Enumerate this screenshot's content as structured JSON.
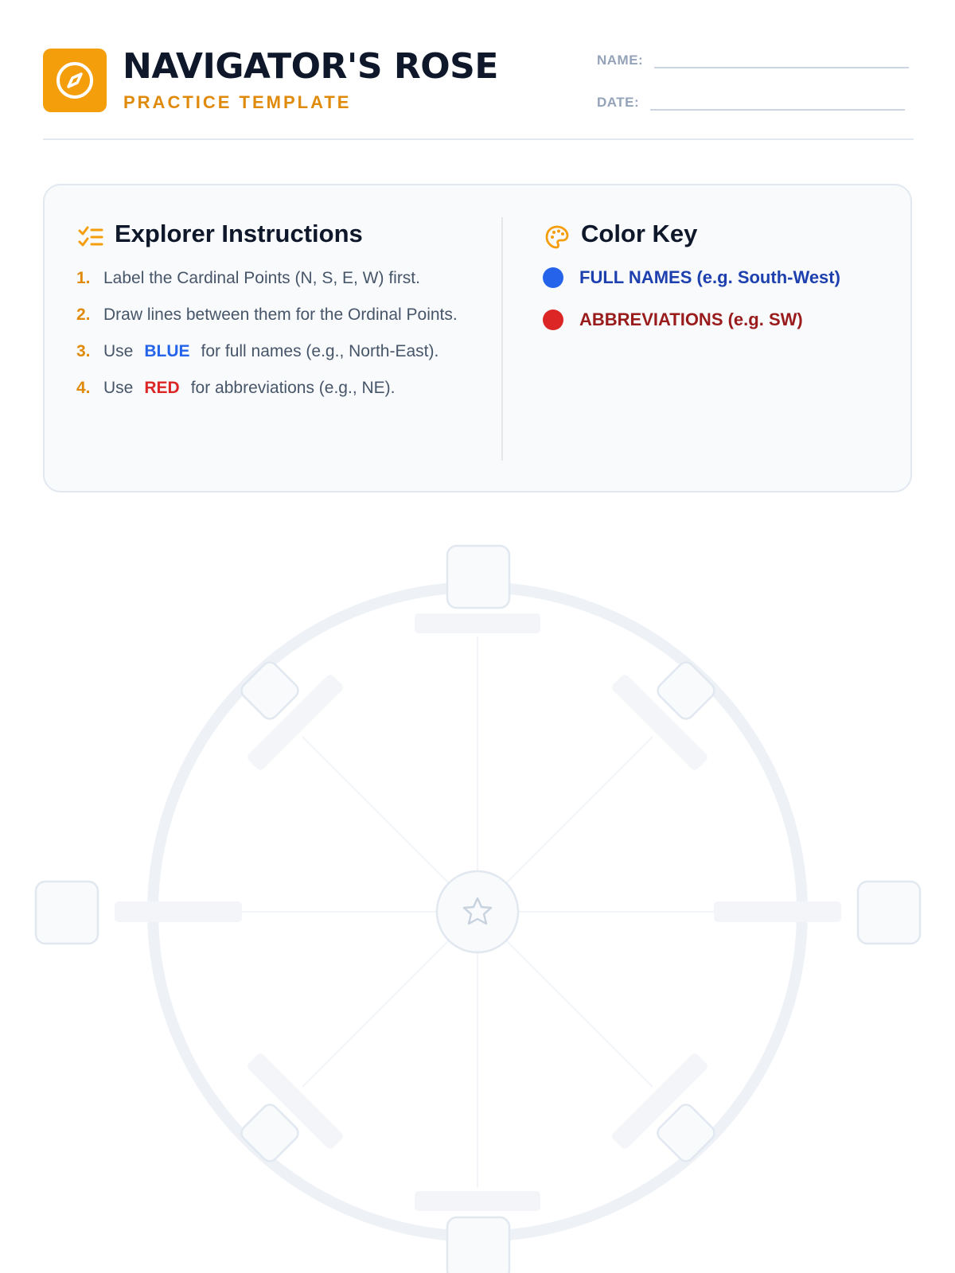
{
  "header": {
    "title": "NAVIGATOR'S ROSE",
    "subtitle": "PRACTICE TEMPLATE",
    "name_label": "NAME:",
    "date_label": "DATE:"
  },
  "instructions": {
    "heading": "Explorer Instructions",
    "steps": [
      {
        "num": "1.",
        "text": "Label the Cardinal Points (N, S, E, W) first."
      },
      {
        "num": "2.",
        "text": "Draw lines between them for the Ordinal Points."
      },
      {
        "num": "3.",
        "pre": "Use",
        "highlight": "BLUE",
        "post": "for full names (e.g., North-East)."
      },
      {
        "num": "4.",
        "pre": "Use",
        "highlight": "RED",
        "post": "for abbreviations (e.g., NE)."
      }
    ]
  },
  "color_key": {
    "heading": "Color Key",
    "items": [
      {
        "label": "FULL NAMES (e.g. South-West)",
        "color": "#2563eb",
        "text_color": "#1e40af"
      },
      {
        "label": "ABBREVIATIONS (e.g. SW)",
        "color": "#dc2626",
        "text_color": "#991b1b"
      }
    ]
  },
  "colors": {
    "accent": "#f59e0b",
    "blue": "#2563eb",
    "red": "#dc2626"
  },
  "icons": {
    "logo": "compass-icon",
    "instructions": "checklist-icon",
    "color_key": "palette-icon",
    "center": "star-icon"
  }
}
